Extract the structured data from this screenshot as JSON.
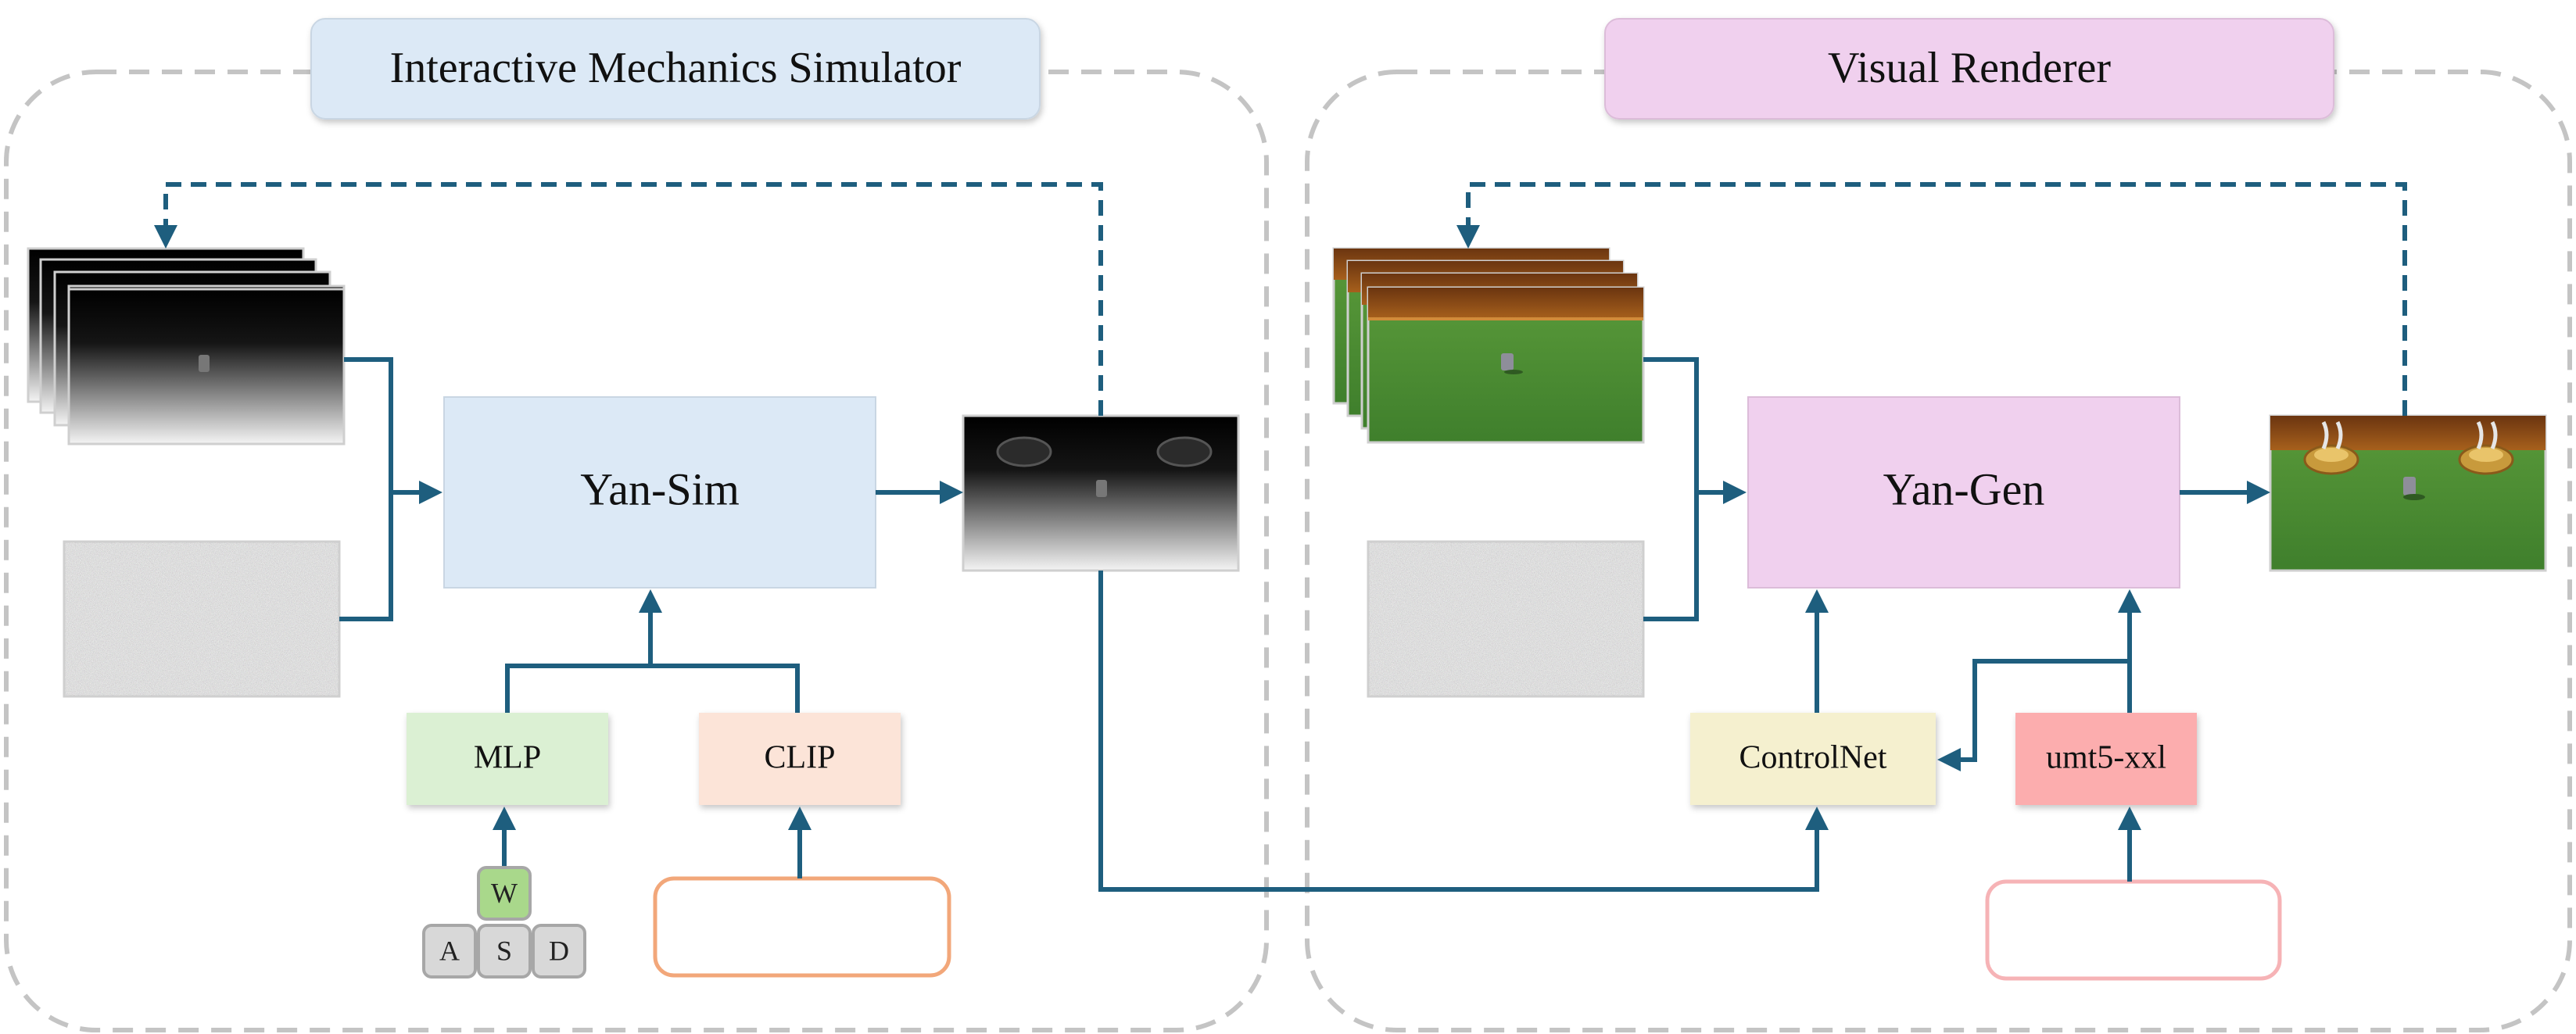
{
  "simulator": {
    "title": "Interactive Mechanics Simulator",
    "model_label": "Yan-Sim",
    "mlp_label": "MLP",
    "clip_label": "CLIP",
    "keys": [
      "W",
      "A",
      "S",
      "D"
    ],
    "active_key": "W",
    "prompt_text": ""
  },
  "renderer": {
    "title": "Visual Renderer",
    "model_label": "Yan-Gen",
    "controlnet_label": "ControlNet",
    "text_encoder_label": "umt5-xxl",
    "prompt_text": ""
  },
  "colors": {
    "arrow": "#1e5e7e",
    "panel_border": "#c4c4c4",
    "sim_fill": "#dce9f6",
    "gen_fill": "#f0d0ee",
    "mlp_fill": "#dbf0d3",
    "clip_fill": "#fce4d8",
    "controlnet_fill": "#f5f0cf",
    "umt5_fill": "#fcadae",
    "clip_prompt_border": "#f2a77a",
    "umt5_prompt_border": "#f6b3b6",
    "key_fill": "#d8d8d8",
    "key_active_fill": "#a9d88b",
    "grass": "#4a8a32",
    "wall": "#8b4a12"
  }
}
